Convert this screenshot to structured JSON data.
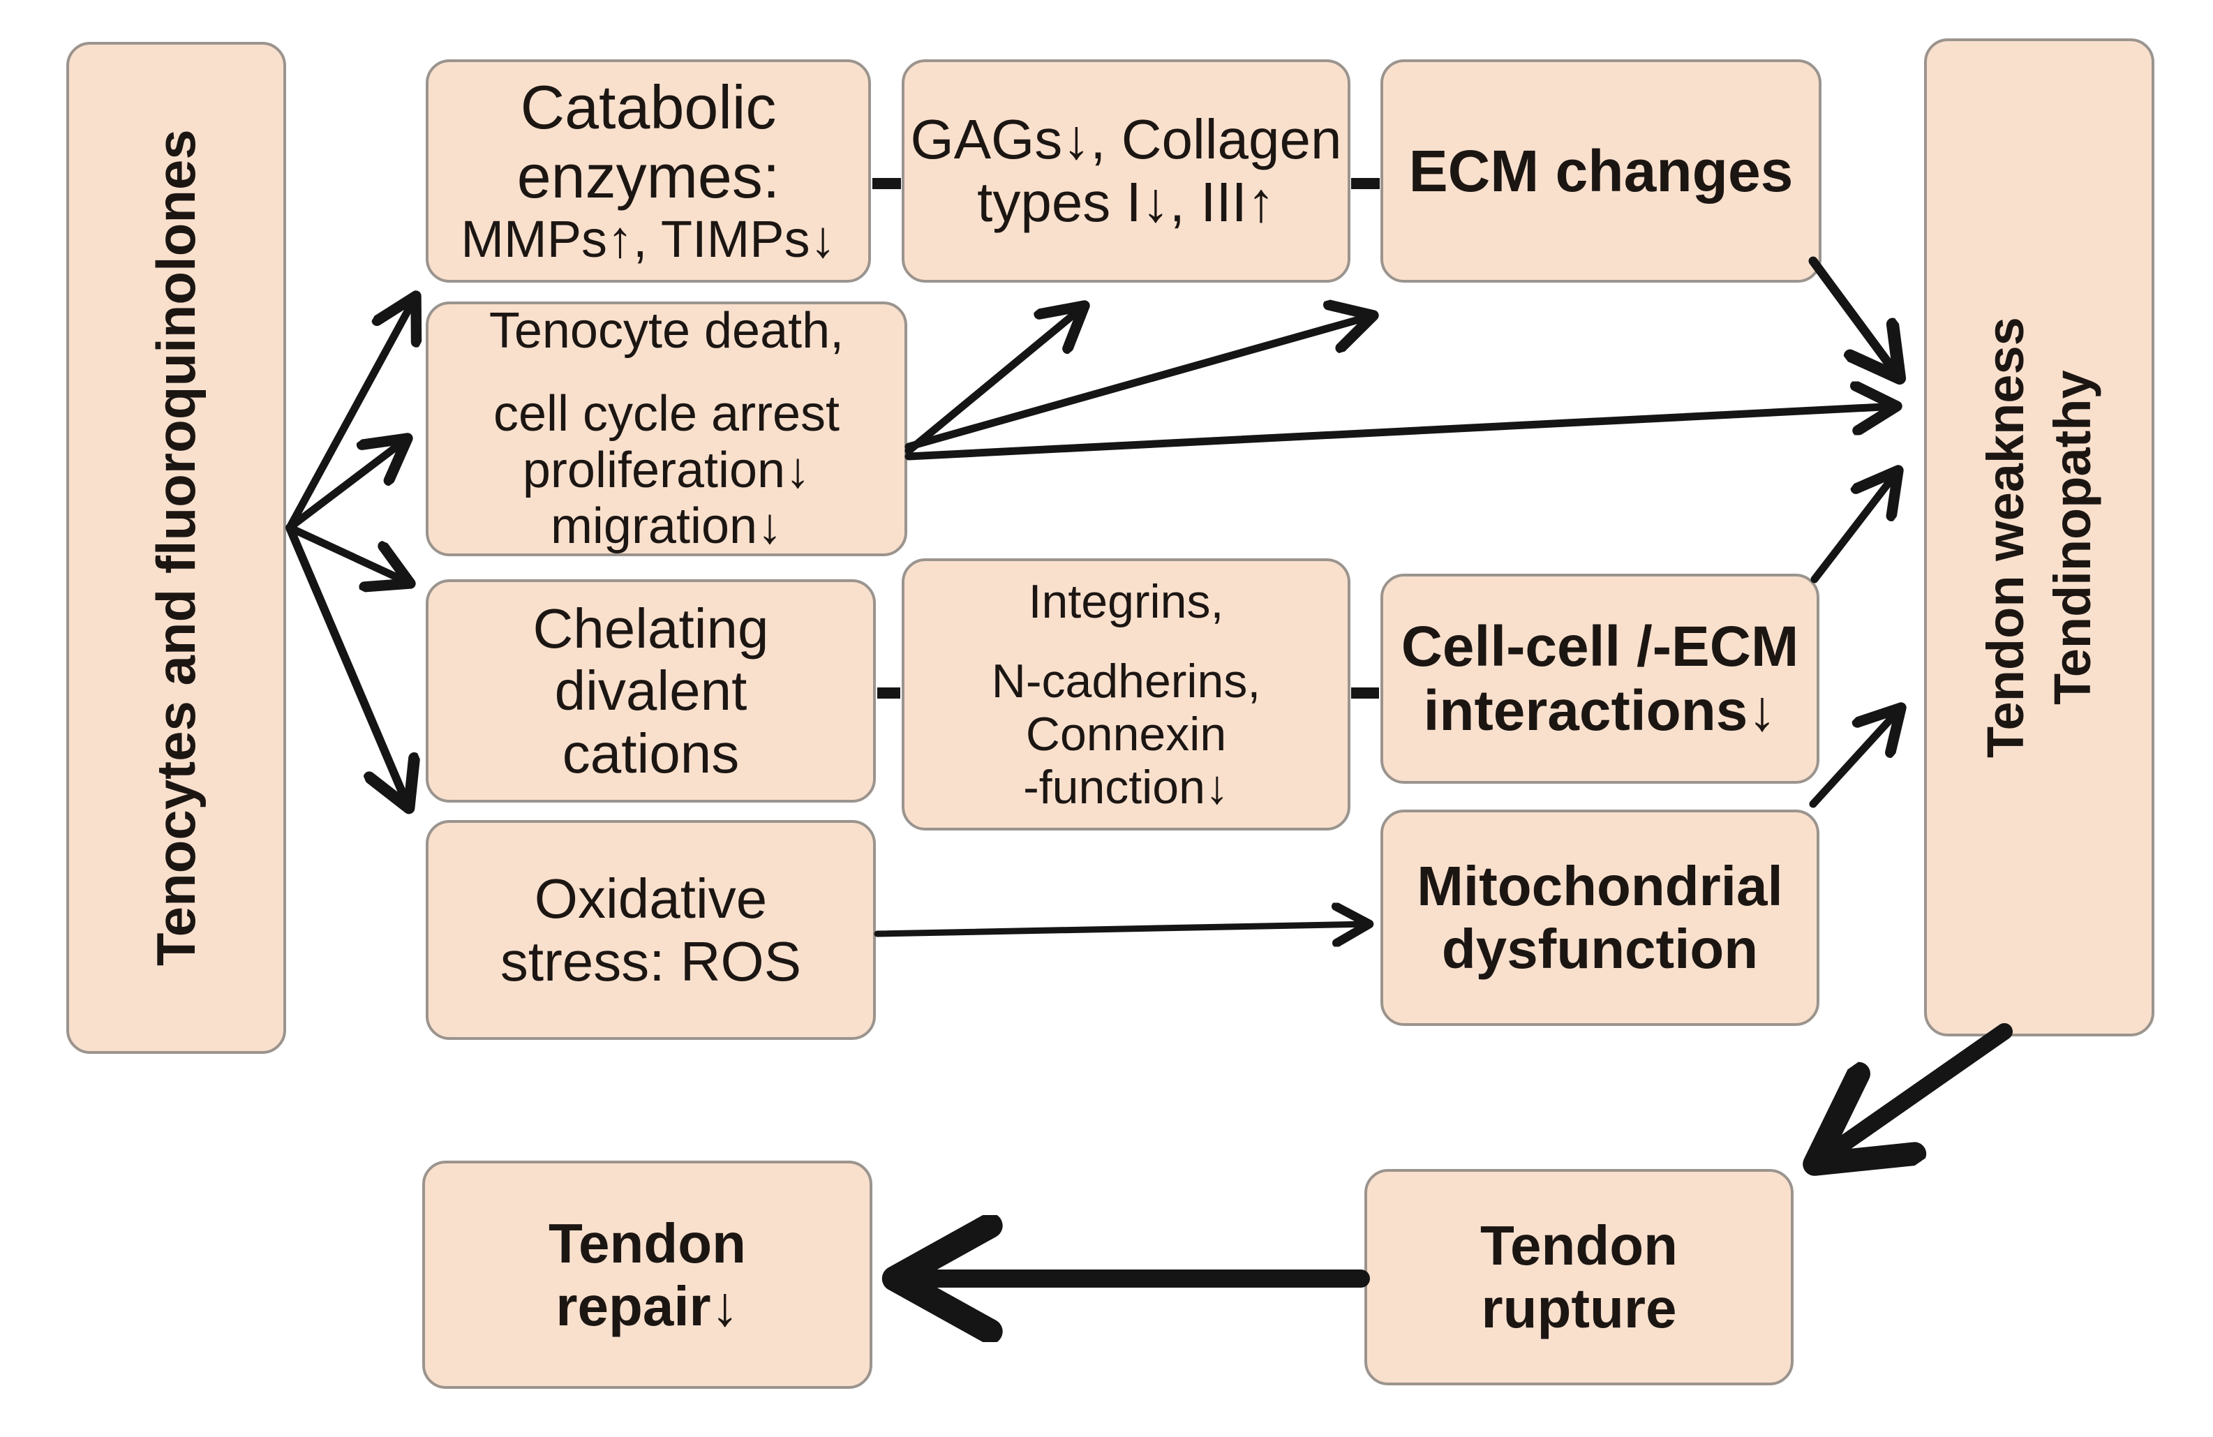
{
  "diagram": {
    "type": "flowchart",
    "colors": {
      "background": "#ffffff",
      "box_fill": "#f9e0cd",
      "box_border": "#9b948e",
      "text": "#1c1613",
      "arrow": "#151515"
    }
  },
  "nodes": {
    "source": {
      "label": "Tenocytes and fluoroquinolones"
    },
    "catabolic": {
      "lines": [
        "Catabolic",
        "enzymes:",
        "MMPs↑, TIMPs↓"
      ]
    },
    "gags": {
      "lines": [
        "GAGs↓, Collagen",
        "types I↓, III↑"
      ]
    },
    "ecm": {
      "label": "ECM changes"
    },
    "tenocyte": {
      "lines": [
        "Tenocyte death,",
        "cell cycle arrest",
        "proliferation↓",
        "migration↓"
      ]
    },
    "chelating": {
      "lines": [
        "Chelating",
        "divalent",
        "cations"
      ]
    },
    "integrins": {
      "lines": [
        "Integrins,",
        "N-cadherins,",
        "Connexin",
        "-function↓"
      ]
    },
    "cellcell": {
      "lines": [
        "Cell-cell /-ECM",
        "interactions↓"
      ]
    },
    "oxidative": {
      "lines": [
        "Oxidative",
        "stress: ROS"
      ]
    },
    "mito": {
      "lines": [
        "Mitochondrial",
        "dysfunction"
      ]
    },
    "outcome": {
      "lines": [
        "Tendon weakness",
        "Tendinopathy"
      ]
    },
    "rupture": {
      "lines": [
        "Tendon",
        "rupture"
      ]
    },
    "repair": {
      "lines": [
        "Tendon",
        "repair↓"
      ]
    }
  }
}
